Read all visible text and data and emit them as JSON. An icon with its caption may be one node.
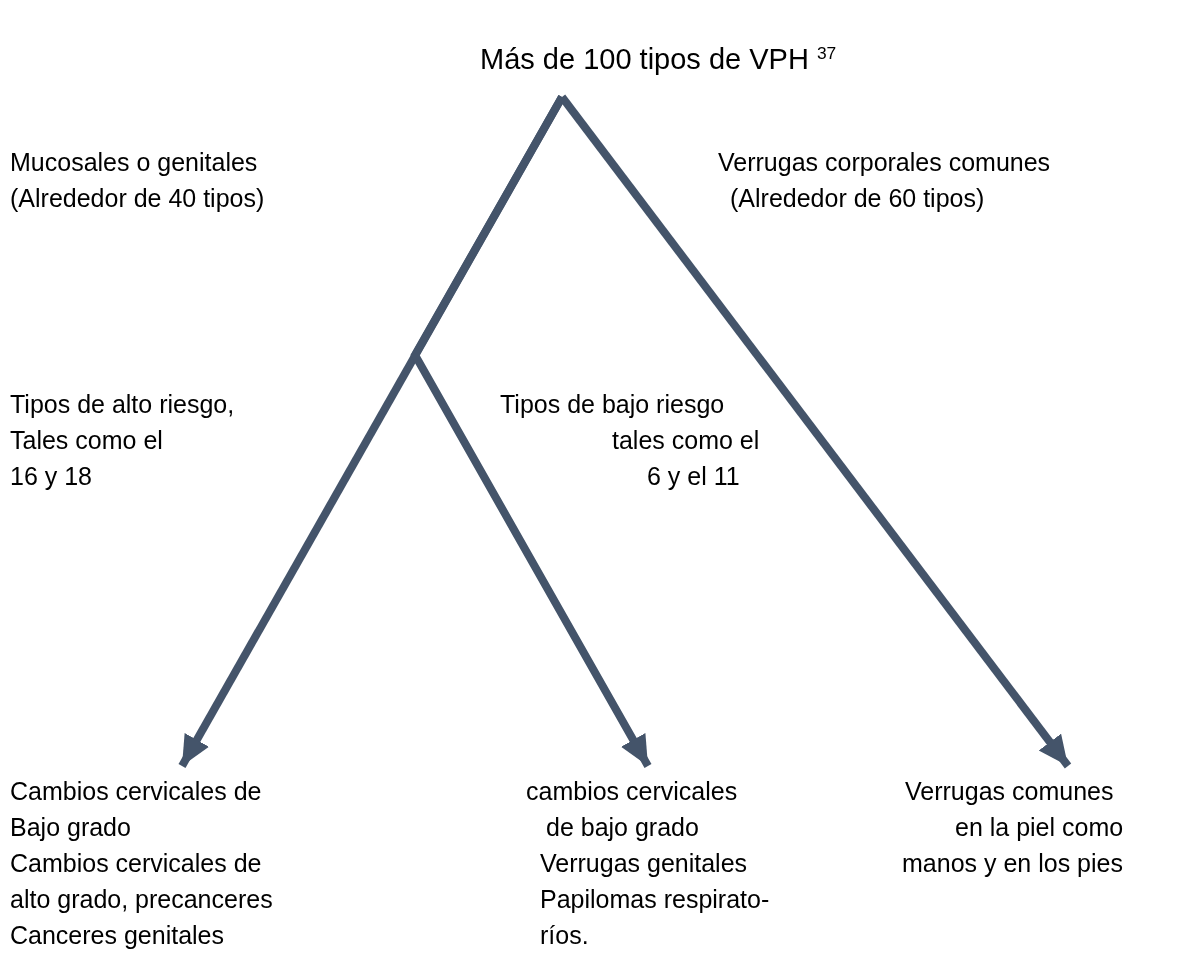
{
  "diagram": {
    "nodes": [
      {
        "text": [
          "Más de 100 tipos  de VPH $^{37}$"
        ]
      },
      {
        "text": [
          "Cambios cervicales de",
          "Bajo grado",
          "Cambios cervicales de",
          "alto grado, precanceres",
          "Canceres genitales"
        ]
      },
      {
        "text": [
          "cambios cervicales",
          "de bajo grado",
          "Verrugas genitales",
          "Papilomas respirato-",
          "ríos."
        ]
      },
      {
        "text": [
          "Verrugas comunes",
          "en la piel como",
          "manos y en los pies"
        ]
      }
    ],
    "edges": [
      {
        "from": 0,
        "to": 1,
        "arrow": "to"
      },
      {
        "from": 0,
        "to": 2,
        "arrow": "to"
      },
      {
        "from": 0,
        "to": 3,
        "arrow": "to"
      }
    ],
    "labels": [
      "Mucosales o genitales",
      "Verrugas corporales comunes",
      "(Alrededor de 40 tipos)",
      "(Alrededor de 60 tipos)",
      "Tipos de alto riesgo,",
      "Tipos de bajo riesgo",
      "Tales como el",
      "tales como el",
      "16 y 18",
      "6 y el 11"
    ]
  }
}
